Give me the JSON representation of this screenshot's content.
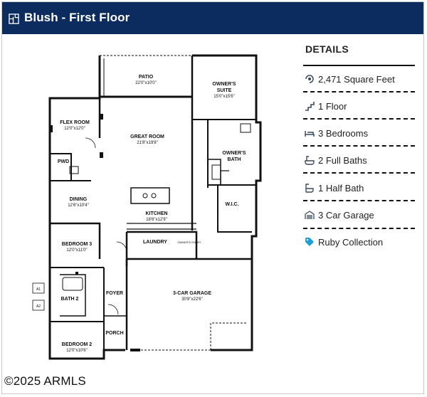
{
  "header": {
    "title": "Blush - First Floor",
    "background": "#0c2b5f",
    "icon": "floorplan-icon"
  },
  "details": {
    "title": "DETAILS",
    "items": [
      {
        "icon": "square-feet-icon",
        "text": "2,471 Square Feet"
      },
      {
        "icon": "stairs-icon",
        "text": "1 Floor"
      },
      {
        "icon": "bed-icon",
        "text": "3 Bedrooms"
      },
      {
        "icon": "bath-icon",
        "text": "2 Full Baths"
      },
      {
        "icon": "half-bath-icon",
        "text": "1 Half Bath"
      },
      {
        "icon": "garage-icon",
        "text": "3 Car Garage"
      },
      {
        "icon": "tag-icon",
        "text": "Ruby Collection",
        "color": "#1aa0d8"
      }
    ]
  },
  "floorplan": {
    "rooms": {
      "patio": {
        "name": "PATIO",
        "dim": "22'0\"x10'0\""
      },
      "owners_suite": {
        "name1": "OWNER'S",
        "name2": "SUITE",
        "dim": "15'0\"x15'6\""
      },
      "flex_room": {
        "name": "FLEX ROOM",
        "dim": "12'0\"x12'0\""
      },
      "great_room": {
        "name": "GREAT ROOM",
        "dim": "21'8\"x19'8\""
      },
      "owners_bath": {
        "name1": "OWNER'S",
        "name2": "BATH"
      },
      "pwd": {
        "name": "PWD"
      },
      "dining": {
        "name": "DINING",
        "dim": "12'6\"x10'4\""
      },
      "wic": {
        "name": "W.I.C."
      },
      "kitchen": {
        "name": "KITCHEN",
        "dim": "18'6\"x12'9\""
      },
      "bedroom3": {
        "name": "BEDROOM 3",
        "dim": "12'0\"x11'0\""
      },
      "laundry": {
        "name": "LAUNDRY"
      },
      "owners_entry": {
        "name": "OWNER'S ENTRY"
      },
      "foyer": {
        "name": "FOYER"
      },
      "garage": {
        "name": "3-CAR GARAGE",
        "dim": "30'8\"x22'6\""
      },
      "bath2": {
        "name": "BATH 2"
      },
      "porch": {
        "name": "PORCH"
      },
      "bedroom2": {
        "name": "BEDROOM 2",
        "dim": "12'0\"x10'6\""
      }
    },
    "markers": {
      "a1": "A1",
      "a2": "A2"
    }
  },
  "copyright": "2025 ARMLS"
}
